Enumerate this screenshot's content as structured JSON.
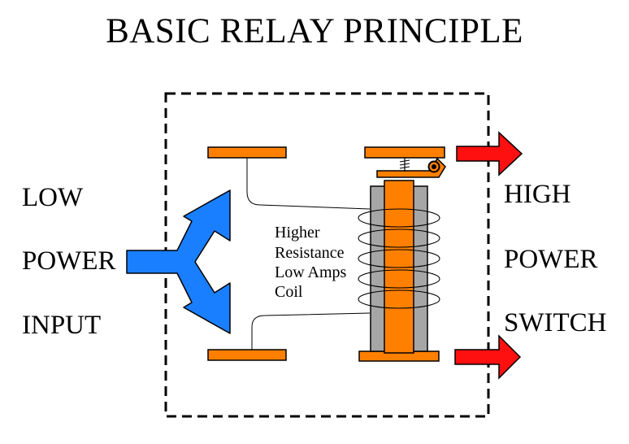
{
  "title": "BASIC RELAY PRINCIPLE",
  "left_labels": [
    "LOW",
    "POWER",
    "INPUT"
  ],
  "right_labels": [
    "HIGH",
    "POWER",
    "SWITCH"
  ],
  "coil_label_lines": [
    "Higher",
    "Resistance",
    "Low Amps",
    "Coil"
  ],
  "colors": {
    "contact": "#ff8000",
    "input_arrow": "#1a7fff",
    "output_arrow": "#ff1010",
    "core_gray": "#a6a6a6",
    "border": "#000000"
  }
}
